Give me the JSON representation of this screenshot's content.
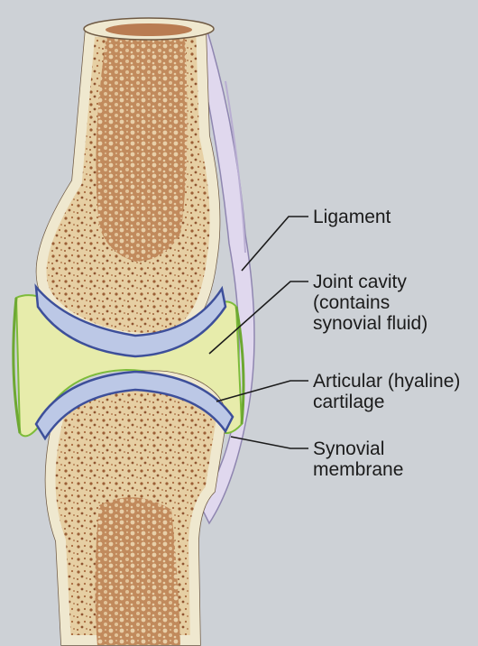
{
  "figure": {
    "labels": [
      {
        "id": "ligament",
        "lines": [
          "Ligament"
        ]
      },
      {
        "id": "joint-cavity",
        "lines": [
          "Joint cavity",
          "(contains",
          "synovial fluid)"
        ]
      },
      {
        "id": "articular-cartilage",
        "lines": [
          "Articular (hyaline)",
          "cartilage"
        ]
      },
      {
        "id": "synovial-membrane",
        "lines": [
          "Synovial",
          "membrane"
        ]
      }
    ]
  },
  "colors": {
    "page_background": "#cdd1d6",
    "bone_shell": "#ece5cc",
    "spongy_bone": "#e2c79b",
    "marrow": "#b97c52",
    "cartilage": "#bcc8e6",
    "cartilage_edge": "#3d4f9a",
    "synovial_fluid": "#e6ecad",
    "synovial_membrane_edge": "#7dbb3a",
    "capsule_ligament": "#ddd6ec"
  }
}
